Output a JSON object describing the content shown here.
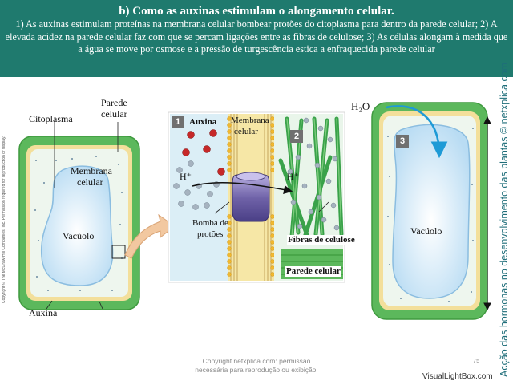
{
  "header": {
    "title": "b) Como as auxinas estimulam o alongamento celular.",
    "text": "1) As auxinas estimulam proteínas na membrana celular  bombear protões do citoplasma para dentro da parede celular; 2) A elevada acidez na parede celular faz com que se percam ligações entre as fibras de celulose; 3) As células alongam à medida que a água se move por osmose e a pressão de turgescência estica a enfraquecida parede celular"
  },
  "side_copyright": "Copyright © The McGraw-Hill Companies, Inc. Permission required for reproduction or display.",
  "side_title": "Acção das hormonas no desenvolvimento das plantas © netxplica.com",
  "labels": {
    "citoplasma": "Citoplasma",
    "parede_celular_1": "Parede",
    "parede_celular_2": "celular",
    "membrana_celular_1": "Membrana",
    "membrana_celular_2": "celular",
    "vacuolo_left": "Vacúolo",
    "auxina_bottom": "Auxina",
    "step1": "1",
    "auxina_panel": "Auxina",
    "membrana_panel_1": "Membrana",
    "membrana_panel_2": "celular",
    "h_plus_left": "H⁺",
    "h_plus_right": "H⁺",
    "bomba_1": "Bomba de",
    "bomba_2": "protões",
    "step2": "2",
    "fibras": "Fibras de celulose",
    "parede_panel": "Parede celular",
    "h2o": "H₂O",
    "step3": "3",
    "vacuolo_right": "Vacúolo"
  },
  "footer": {
    "line1": "Copyright netxplica.com: permissão",
    "line2": "necessária para reprodução ou exibição."
  },
  "page_number": "75",
  "watermark": "VisualLightBox.com",
  "colors": {
    "header_bg": "#1f7a6e",
    "cell_wall_green": "#5cb85c",
    "wall_yellow": "#f3df9b",
    "vacuole_blue": "#cfe8f7",
    "auxin_red": "#c62828",
    "proton_gray": "#9aa7b4",
    "pump_purple": "#7b6fb0",
    "arrow_blue": "#1e9ad6"
  }
}
